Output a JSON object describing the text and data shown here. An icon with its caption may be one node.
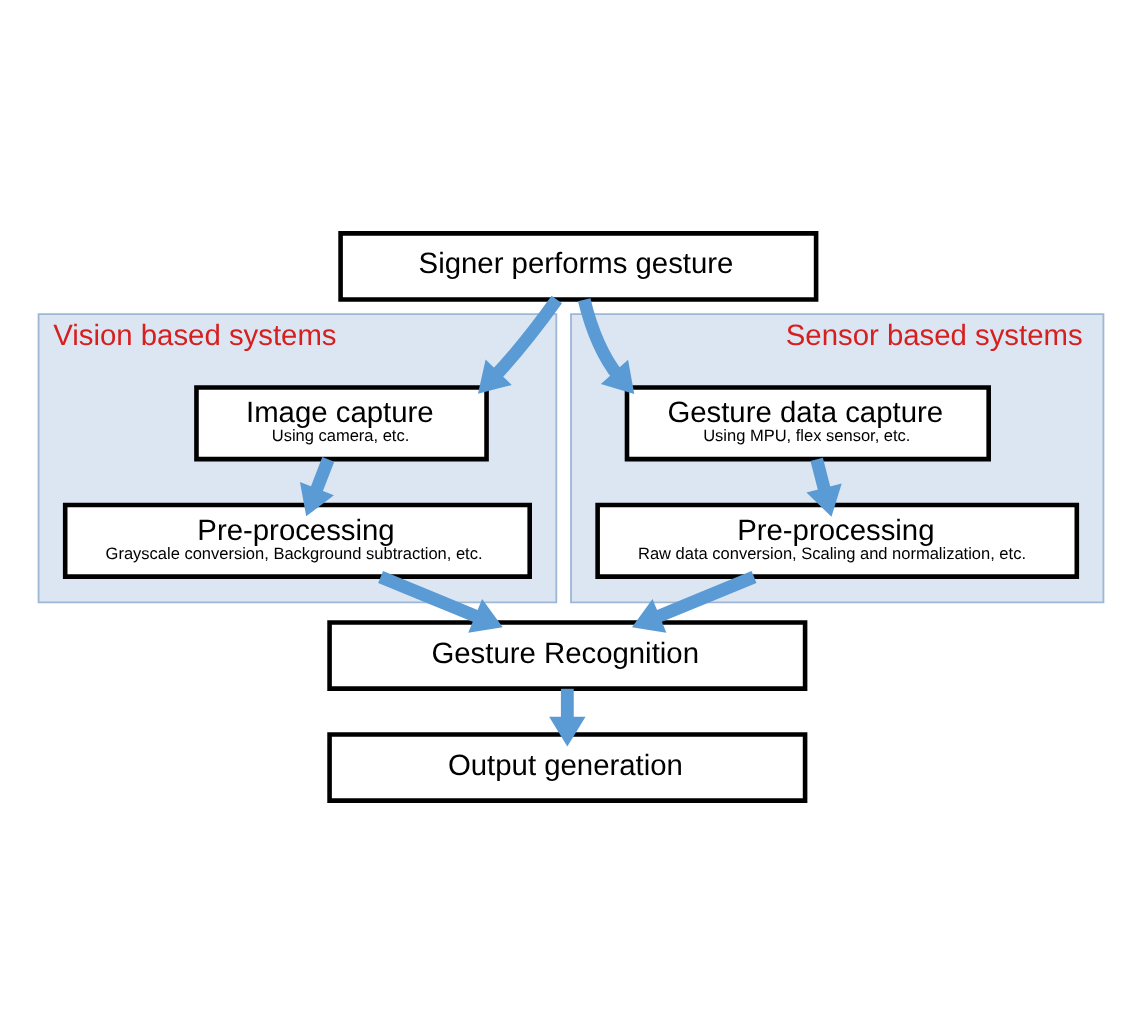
{
  "diagram": {
    "nodes": [
      {
        "text": [
          "Signer performs gesture"
        ]
      },
      {
        "text": [
          "Vision based systems"
        ]
      },
      {
        "text": [
          "Image capture",
          "Using camera, etc."
        ],
        "in": 1
      },
      {
        "text": [
          "Pre-processing",
          "Grayscale conversion, Background subtraction, etc."
        ],
        "in": 1
      },
      {
        "text": [
          "Sensor based systems"
        ]
      },
      {
        "text": [
          "Gesture data capture",
          "Using MPU, flex sensor, etc."
        ],
        "in": 4
      },
      {
        "text": [
          "Pre-processing",
          "Raw data conversion, Scaling and normalization, etc."
        ],
        "in": 4
      },
      {
        "text": [
          "Gesture Recognition"
        ]
      },
      {
        "text": [
          "Output generation"
        ]
      }
    ],
    "edges": [
      {
        "from": 0,
        "to": 2,
        "arrow": "to"
      },
      {
        "from": 2,
        "to": 3,
        "arrow": "to"
      },
      {
        "from": 3,
        "to": 7,
        "arrow": "to"
      },
      {
        "from": 0,
        "to": 5,
        "arrow": "to"
      },
      {
        "from": 5,
        "to": 6,
        "arrow": "to"
      },
      {
        "from": 6,
        "to": 7,
        "arrow": "to"
      },
      {
        "from": 7,
        "to": 8,
        "arrow": "to"
      }
    ]
  }
}
